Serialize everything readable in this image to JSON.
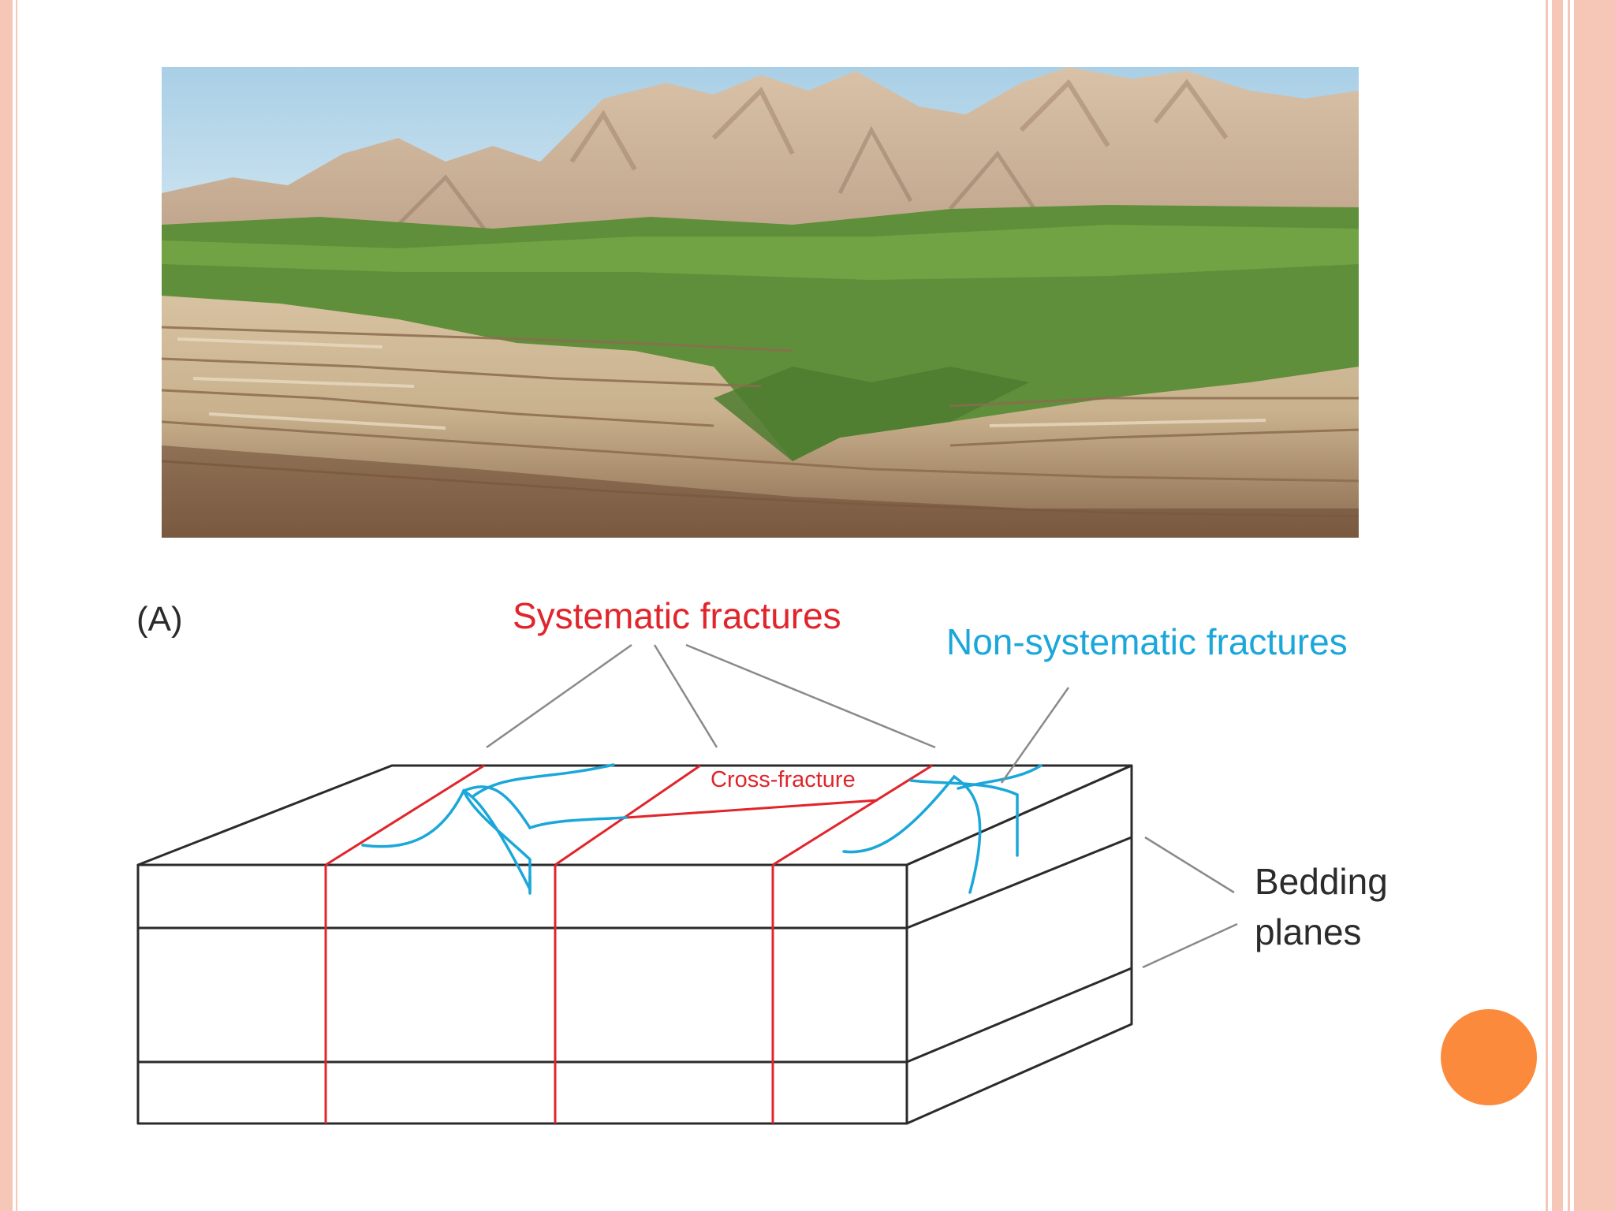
{
  "diagram": {
    "panel_label": "(A)",
    "systematic_label": "Systematic fractures",
    "nonsystematic_label": "Non-systematic fractures",
    "cross_fracture_label": "Cross-fracture",
    "bedding_label_line1": "Bedding",
    "bedding_label_line2": "planes"
  },
  "colors": {
    "systematic": "#e0252b",
    "nonsystematic": "#1ba7d9",
    "outline": "#2b2b2b",
    "accent": "#fb8a3c",
    "frame": "#f6c7b6"
  }
}
